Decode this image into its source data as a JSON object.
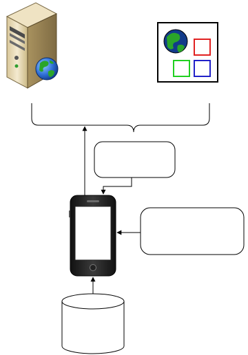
{
  "diagram": {
    "nodes": [
      {
        "id": "web-server",
        "kind": "server",
        "icon": "web-server-icon",
        "label": ""
      },
      {
        "id": "web-page",
        "kind": "web-page",
        "icon": "web-page-icon",
        "label": ""
      },
      {
        "id": "middle-box",
        "kind": "process",
        "label": ""
      },
      {
        "id": "right-box",
        "kind": "process",
        "label": ""
      },
      {
        "id": "mobile-phone",
        "kind": "device",
        "icon": "smartphone-icon",
        "label": ""
      },
      {
        "id": "database",
        "kind": "storage",
        "icon": "database-icon",
        "label": ""
      }
    ],
    "edges": [
      {
        "from": "mobile-phone",
        "to": "brace-top",
        "style": "arrow"
      },
      {
        "from": "middle-box",
        "to": "mobile-phone",
        "style": "elbow-arrow"
      },
      {
        "from": "right-box",
        "to": "mobile-phone",
        "style": "arrow"
      },
      {
        "from": "mobile-phone",
        "to": "database",
        "style": "bidirectional-arrow"
      }
    ],
    "colors": {
      "stroke": "#000000",
      "fill": "#ffffff",
      "globe_blue": "#2f6fd6",
      "globe_green": "#2aa52a",
      "square_red": "#e02020",
      "square_green": "#20d020",
      "square_blue": "#2020c8"
    }
  }
}
